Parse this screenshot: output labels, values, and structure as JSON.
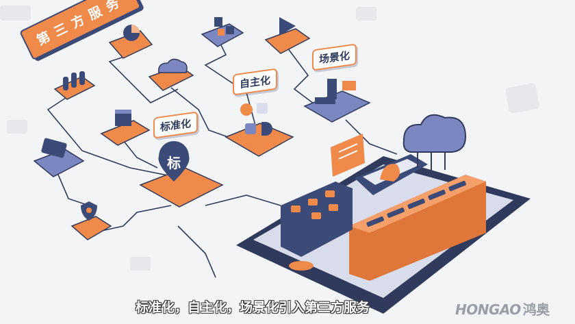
{
  "banner": {
    "label": "第三方服务"
  },
  "labels": {
    "autonomous": "自主化",
    "scenario": "场景化",
    "standard": "标准化"
  },
  "pin": {
    "label": "标"
  },
  "subtitle": "标准化，自主化，场景化引入第三方服务",
  "logo": {
    "latin": "HONGAO",
    "chinese": "鸿奥"
  },
  "colors": {
    "orange": "#f08a4b",
    "navy": "#3c4a78",
    "lavender": "#7c86c0",
    "background": "#f3f4f6"
  }
}
